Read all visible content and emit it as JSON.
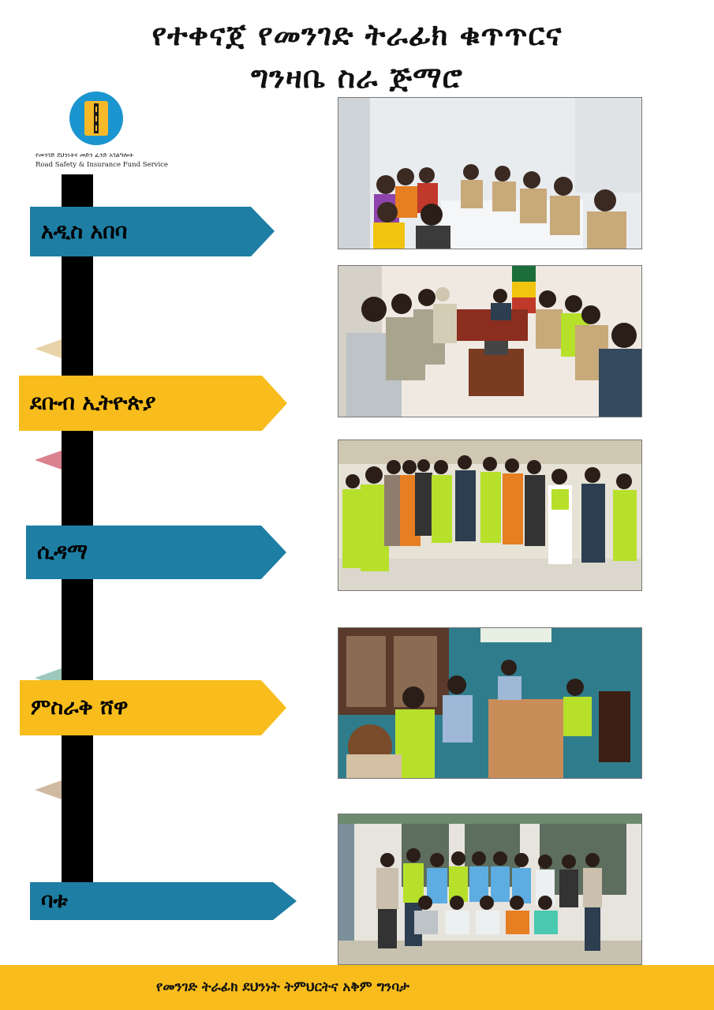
{
  "title": {
    "line1": "የተቀናጀ የመንገድ ትራፊክ ቁጥጥርና",
    "line2": "ግንዛቤ ስራ ጅማሮ"
  },
  "logo": {
    "org_amharic": "የመንገድ ደህንነትና መድን ፈንድ አገልግሎት",
    "org_english": "Road Safety & Insurance Fund Service"
  },
  "regions": [
    {
      "label": "አዲስ አበባ",
      "color": "#1e7ea3"
    },
    {
      "label": "ደቡብ ኢትዮጵያ",
      "color": "#f8bd1c"
    },
    {
      "label": "ሲዳማ",
      "color": "#1e7ea3"
    },
    {
      "label": "ምስራቅ ሸዋ",
      "color": "#f8bd1c"
    },
    {
      "label": "ባቱ",
      "color": "#1e7ea3"
    }
  ],
  "footer": {
    "text": "የመንገድ ትራፊክ ደህንነት ትምህርትና አቅም ግንባታ"
  },
  "colors": {
    "accent_blue": "#1e7ea3",
    "accent_yellow": "#f8bd1c",
    "spine": "#000000"
  }
}
